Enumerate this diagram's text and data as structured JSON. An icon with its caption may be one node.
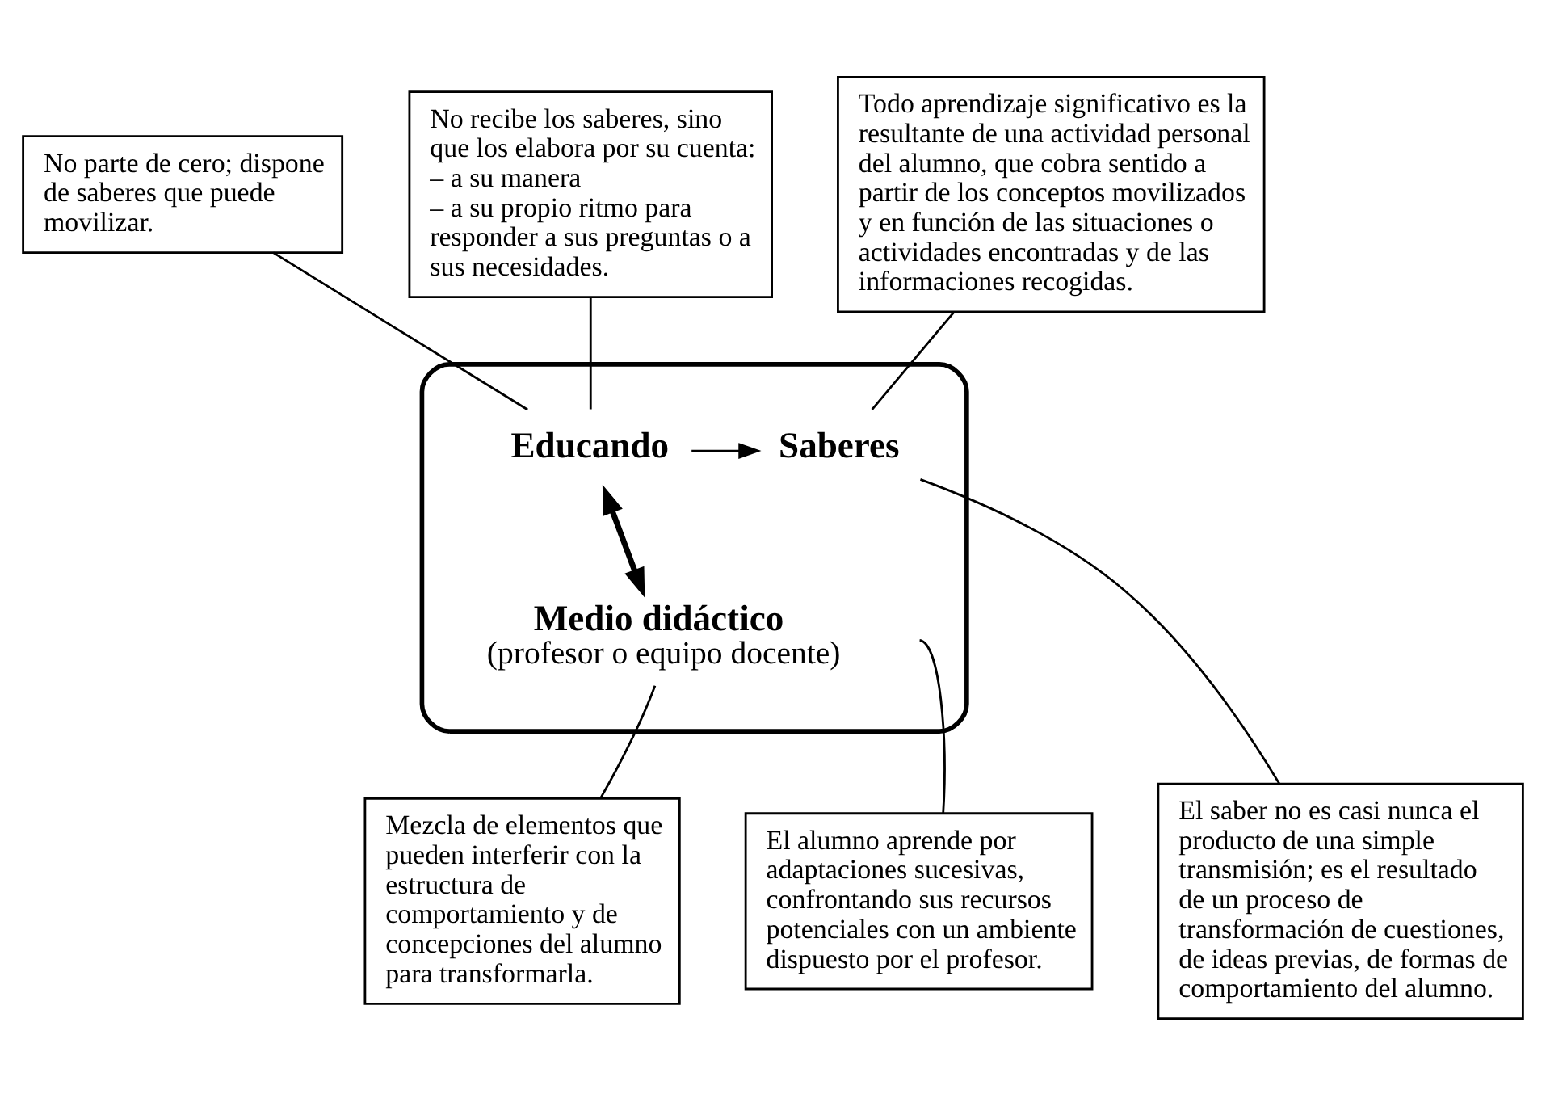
{
  "diagram": {
    "nodes": [
      {
        "text": [],
        "shape": "box"
      },
      {
        "text": [
          "Educando"
        ],
        "in": 0
      },
      {
        "text": [
          "Saberes"
        ],
        "in": 0
      },
      {
        "text": [
          "Medio didáctico",
          "(profesor o equipo docente)"
        ],
        "in": 0
      },
      {
        "text": [
          "No parte de cero; dispone de saberes que puede movilizar."
        ]
      },
      {
        "text": [
          "Todo aprendizaje significativo es la resultante de una actividad personal del alumno, que cobra sentido a partir de los conceptos movilizados y en función de las situaciones o actividades encontradas y de las informaciones recogidas."
        ]
      },
      {
        "text": [
          "No recibe los saberes, sino que los elabora por su cuenta:",
          "– a su manera",
          "– a su propio ritmo para responder a sus preguntas o a sus necesidades."
        ]
      },
      {
        "text": [
          "El alumno aprende por adaptaciones sucesivas, confrontando sus recursos potenciales con un ambiente dispuesto por el profesor."
        ]
      },
      {
        "text": [
          "Mezcla de elementos que pueden interferir con la estructura de comportamiento y de concepciones del alumno para transformarla."
        ]
      },
      {
        "text": [
          "El saber no es casi nunca el producto de una simple transmisión; es el resultado de un proceso de transformación de cuestiones, de ideas previas, de formas de comportamiento del alumno."
        ]
      }
    ],
    "edges": [
      {
        "from": 1,
        "to": 2,
        "arrow": "to"
      },
      {
        "from": 1,
        "to": 3,
        "arrow": "both",
        "style": "thick"
      },
      {
        "from": 4,
        "to": 1,
        "arrow": "none"
      },
      {
        "from": 5,
        "to": 2,
        "arrow": "none"
      },
      {
        "from": 6,
        "to": 1,
        "arrow": "none"
      },
      {
        "from": 7,
        "to": null,
        "arrow": "none"
      },
      {
        "from": 8,
        "to": 3,
        "arrow": "none"
      },
      {
        "from": 9,
        "to": 2,
        "arrow": "none"
      }
    ]
  }
}
